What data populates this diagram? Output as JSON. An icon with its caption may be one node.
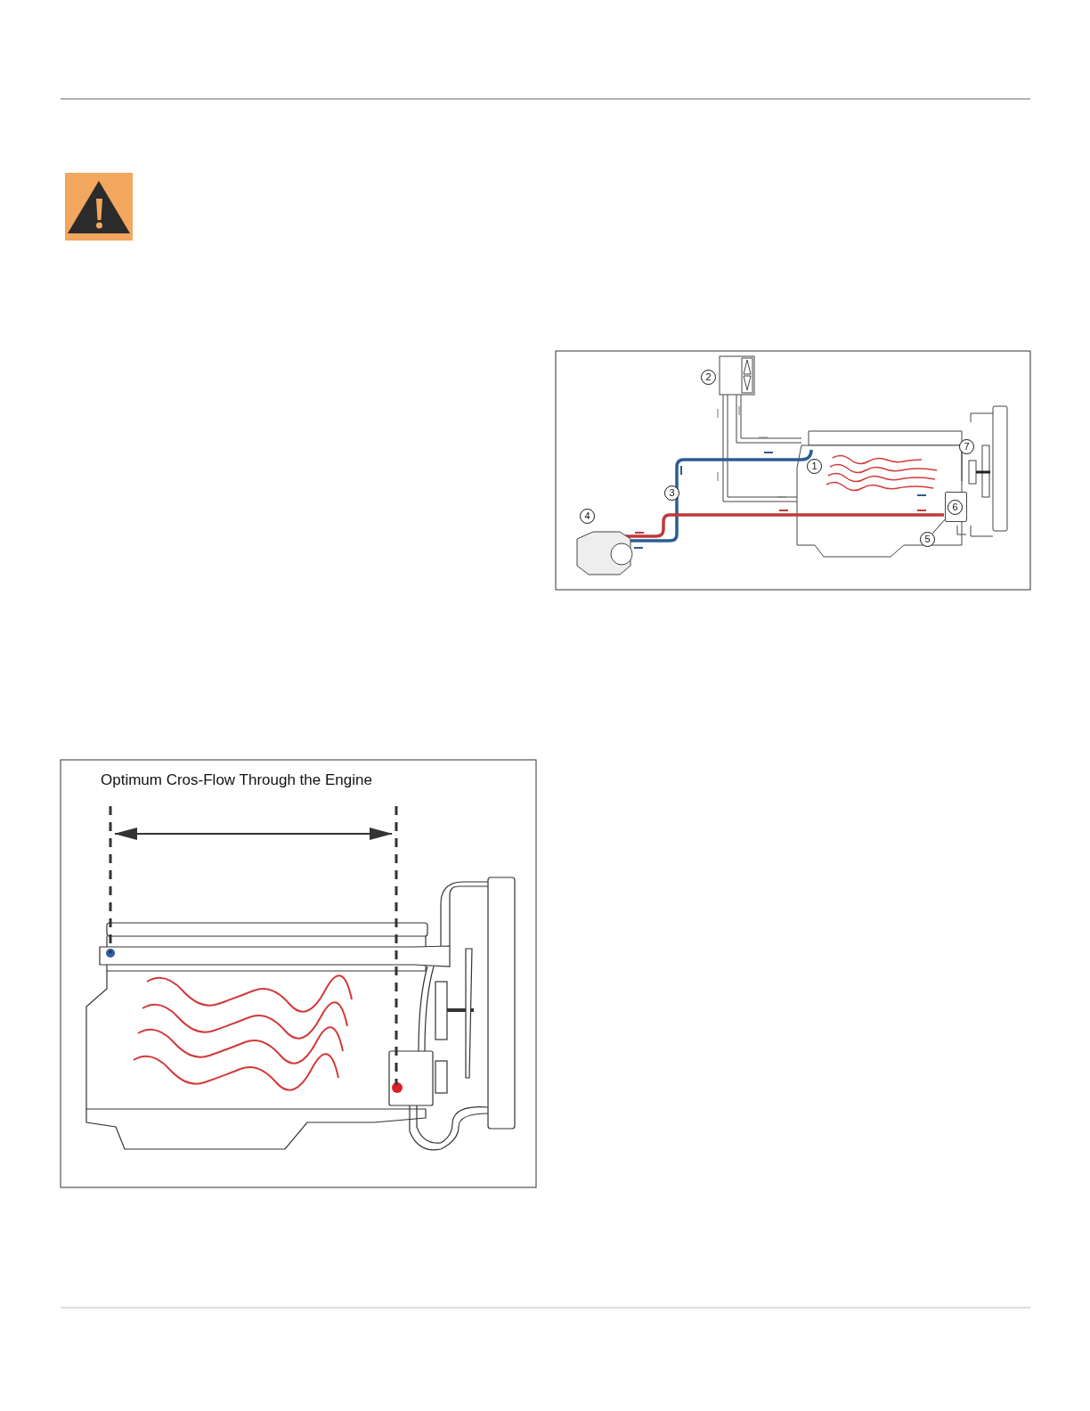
{
  "diagram": {
    "nodes": [
      {
        "text": [
          "2"
        ]
      },
      {
        "text": [
          "7"
        ]
      },
      {
        "text": [
          "1"
        ]
      },
      {
        "text": [
          "3"
        ]
      },
      {
        "text": [],
        "shape": "box"
      },
      {
        "text": [
          "6"
        ],
        "in": 4
      },
      {
        "text": [
          "4"
        ]
      },
      {
        "text": [
          "5"
        ]
      }
    ],
    "edges": [
      {
        "from": 7,
        "to": 4,
        "arrow": "none"
      }
    ],
    "labels": [
      "Optimum Cros-Flow Through the Engine"
    ]
  }
}
